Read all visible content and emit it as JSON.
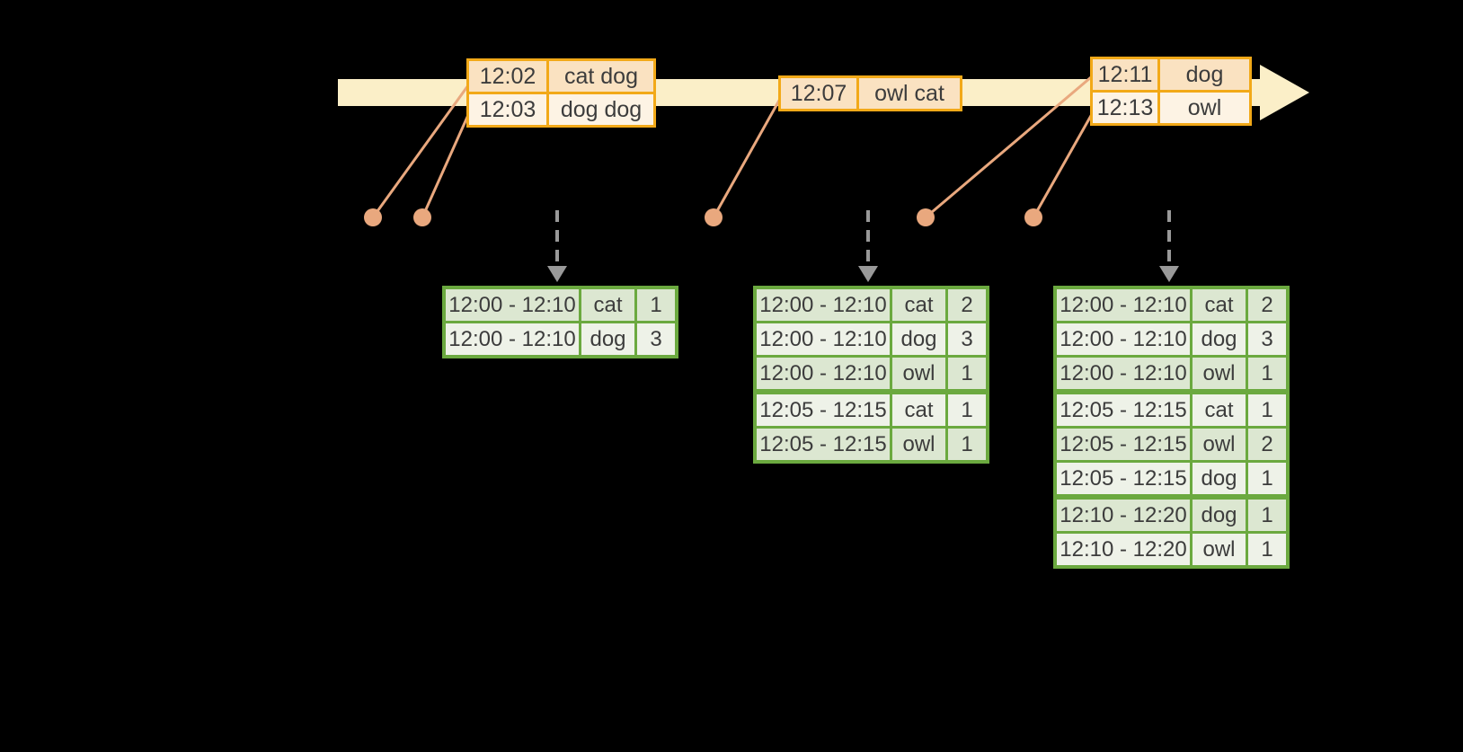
{
  "colors": {
    "timeline_fill": "#FBEFC8",
    "event_border": "#F2A918",
    "event_row_dark": "#FAE2C1",
    "event_row_light": "#FDF3E4",
    "connector": "#E9A87E",
    "result_border": "#6BA93F",
    "result_row_dark": "#DCE7D1",
    "result_row_light": "#EEF2E8",
    "trigger_arrow": "#999999",
    "text": "#3C3C3C",
    "canvas_bg": "#000000"
  },
  "event_tables": [
    {
      "rows": [
        {
          "time": "12:02",
          "words": "cat dog"
        },
        {
          "time": "12:03",
          "words": "dog dog"
        }
      ]
    },
    {
      "rows": [
        {
          "time": "12:07",
          "words": "owl cat"
        }
      ]
    },
    {
      "rows": [
        {
          "time": "12:11",
          "words": "dog"
        },
        {
          "time": "12:13",
          "words": "owl"
        }
      ]
    }
  ],
  "result_tables": [
    {
      "rows": [
        {
          "window": "12:00 - 12:10",
          "word": "cat",
          "count": "1"
        },
        {
          "window": "12:00 - 12:10",
          "word": "dog",
          "count": "3"
        }
      ]
    },
    {
      "rows": [
        {
          "window": "12:00 - 12:10",
          "word": "cat",
          "count": "2"
        },
        {
          "window": "12:00 - 12:10",
          "word": "dog",
          "count": "3"
        },
        {
          "window": "12:00 - 12:10",
          "word": "owl",
          "count": "1"
        },
        {
          "window": "12:05 - 12:15",
          "word": "cat",
          "count": "1"
        },
        {
          "window": "12:05 - 12:15",
          "word": "owl",
          "count": "1"
        }
      ]
    },
    {
      "rows": [
        {
          "window": "12:00 - 12:10",
          "word": "cat",
          "count": "2"
        },
        {
          "window": "12:00 - 12:10",
          "word": "dog",
          "count": "3"
        },
        {
          "window": "12:00 - 12:10",
          "word": "owl",
          "count": "1"
        },
        {
          "window": "12:05 - 12:15",
          "word": "cat",
          "count": "1"
        },
        {
          "window": "12:05 - 12:15",
          "word": "owl",
          "count": "2"
        },
        {
          "window": "12:05 - 12:15",
          "word": "dog",
          "count": "1"
        },
        {
          "window": "12:10 - 12:20",
          "word": "dog",
          "count": "1"
        },
        {
          "window": "12:10 - 12:20",
          "word": "owl",
          "count": "1"
        }
      ]
    }
  ]
}
